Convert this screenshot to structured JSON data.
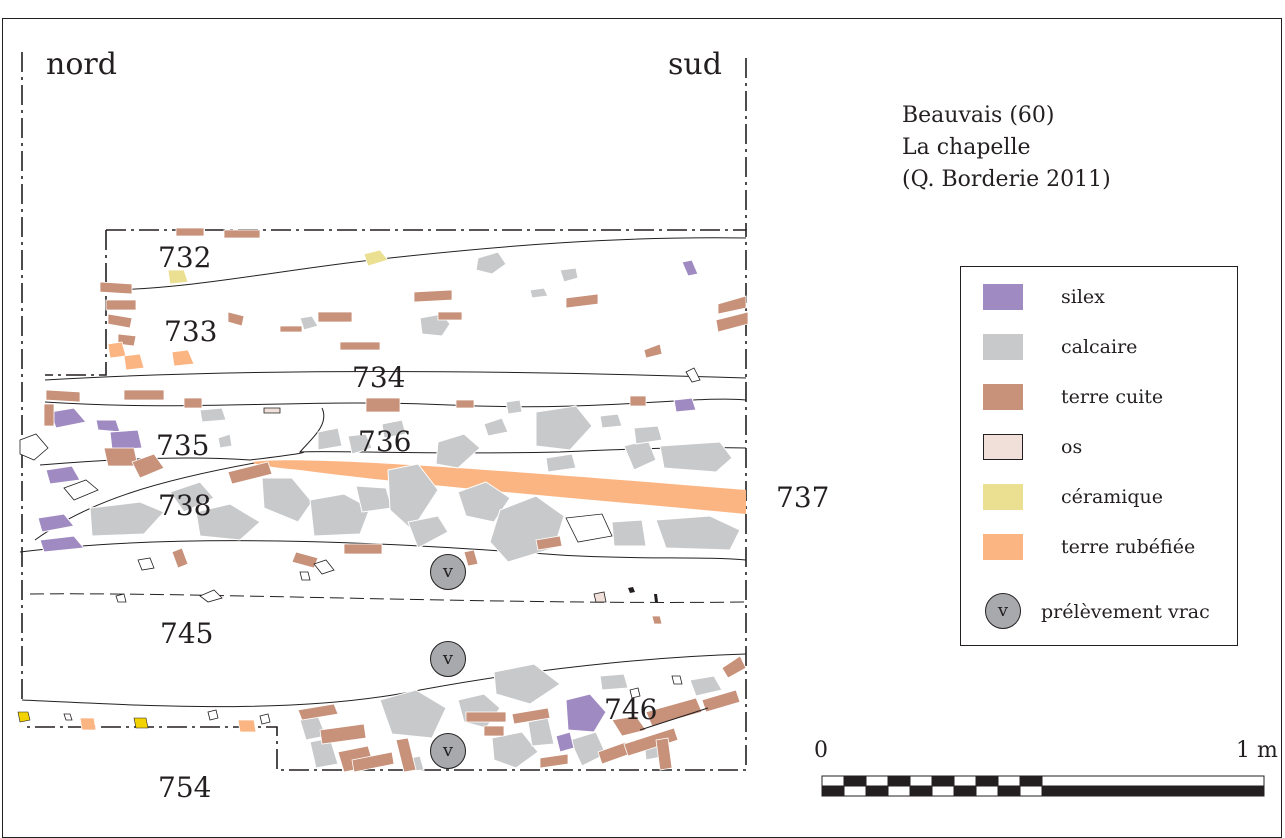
{
  "orientation": {
    "left": "nord",
    "right": "sud"
  },
  "site": {
    "line1": "Beauvais (60)",
    "line2": "La chapelle",
    "line3": "(Q. Borderie 2011)"
  },
  "layers": {
    "l732": "732",
    "l733": "733",
    "l734": "734",
    "l735": "735",
    "l736": "736",
    "l737": "737",
    "l738": "738",
    "l745": "745",
    "l746": "746",
    "l754": "754"
  },
  "sample_marker": "v",
  "legend": {
    "items": [
      {
        "label": "silex",
        "color": "#a08ac2"
      },
      {
        "label": "calcaire",
        "color": "#c8c9cb"
      },
      {
        "label": "terre cuite",
        "color": "#c7917a"
      },
      {
        "label": "os",
        "color": "#f1e0da"
      },
      {
        "label": "céramique",
        "color": "#ebdf92"
      },
      {
        "label": "terre rubéfiée",
        "color": "#fbb583"
      }
    ],
    "sample_label": "prélèvement vrac"
  },
  "scale": {
    "start": "0",
    "end": "1 m"
  }
}
